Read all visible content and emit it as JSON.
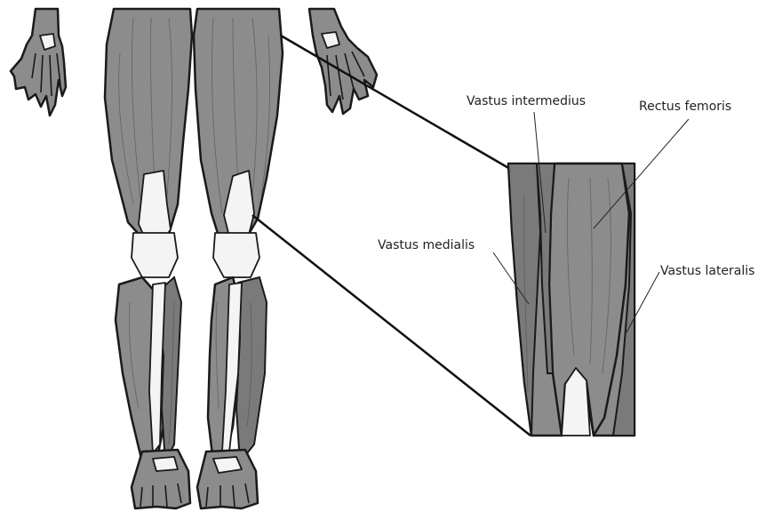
{
  "labels": {
    "vastus_intermedius": "Vastus intermedius",
    "rectus_femoris": "Rectus femoris",
    "vastus_medialis": "Vastus medialis",
    "vastus_lateralis": "Vastus lateralis"
  },
  "colors": {
    "muscle": "#8c8c8c",
    "outline": "#1a1a1a",
    "tendon": "#f4f4f4",
    "background": "#ffffff"
  }
}
